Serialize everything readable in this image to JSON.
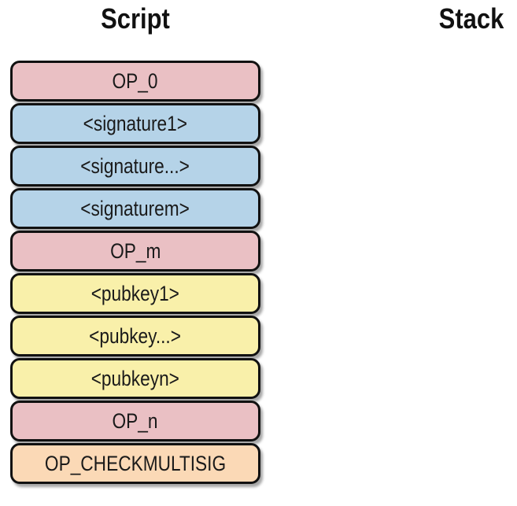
{
  "headings": {
    "script": "Script",
    "stack": "Stack"
  },
  "script_items": [
    {
      "label": "OP_0",
      "kind": "op",
      "color": "#eac0c4"
    },
    {
      "label": "<signature1>",
      "kind": "sig",
      "color": "#b5d3e8"
    },
    {
      "label": "<signature...>",
      "kind": "sig",
      "color": "#b5d3e8"
    },
    {
      "label": "<signaturem>",
      "kind": "sig",
      "color": "#b5d3e8"
    },
    {
      "label": "OP_m",
      "kind": "op",
      "color": "#eac0c4"
    },
    {
      "label": "<pubkey1>",
      "kind": "key",
      "color": "#f9f0aa"
    },
    {
      "label": "<pubkey...>",
      "kind": "key",
      "color": "#f9f0aa"
    },
    {
      "label": "<pubkeyn>",
      "kind": "key",
      "color": "#f9f0aa"
    },
    {
      "label": "OP_n",
      "kind": "op",
      "color": "#eac0c4"
    },
    {
      "label": "OP_CHECKMULTISIG",
      "kind": "check",
      "color": "#fbd9b6"
    }
  ],
  "stack_items": []
}
